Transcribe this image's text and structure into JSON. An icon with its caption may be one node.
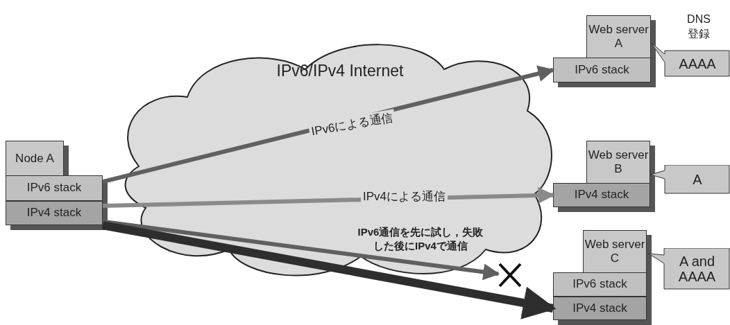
{
  "diagram": {
    "nodes": [
      {
        "text": [
          "Node A"
        ]
      },
      {
        "text": [
          "IPv6 stack"
        ]
      },
      {
        "text": [
          "IPv4 stack"
        ]
      },
      {
        "text": [
          "Web server A"
        ]
      },
      {
        "text": [
          "IPv6 stack"
        ]
      },
      {
        "text": [
          "Web server B"
        ]
      },
      {
        "text": [
          "IPv4 stack"
        ]
      },
      {
        "text": [
          "Web server C"
        ]
      },
      {
        "text": [
          "IPv6 stack"
        ]
      },
      {
        "text": [
          "IPv4 stack"
        ]
      },
      {
        "text": [
          "AAAA"
        ]
      },
      {
        "text": [
          "A"
        ]
      },
      {
        "text": [
          "A and AAAA"
        ]
      },
      {
        "text": [],
        "shape": "cross"
      }
    ],
    "edges": [
      {
        "from": 1,
        "to": 4,
        "arrow": "to",
        "label": "IPv6による通信"
      },
      {
        "from": 2,
        "to": 6,
        "arrow": "to",
        "label": "IPv4による通信",
        "color": "#8a8a8a"
      },
      {
        "from": 2,
        "to": 13,
        "arrow": "to"
      },
      {
        "from": 2,
        "to": 9,
        "arrow": "to",
        "style": "thick",
        "color": "#2e2e2e"
      }
    ],
    "labels": [
      "IPv6/IPv4 Internet",
      "DNS 登録",
      "IPv6通信を先に試し，失敗した後にIPv4で通信"
    ]
  }
}
